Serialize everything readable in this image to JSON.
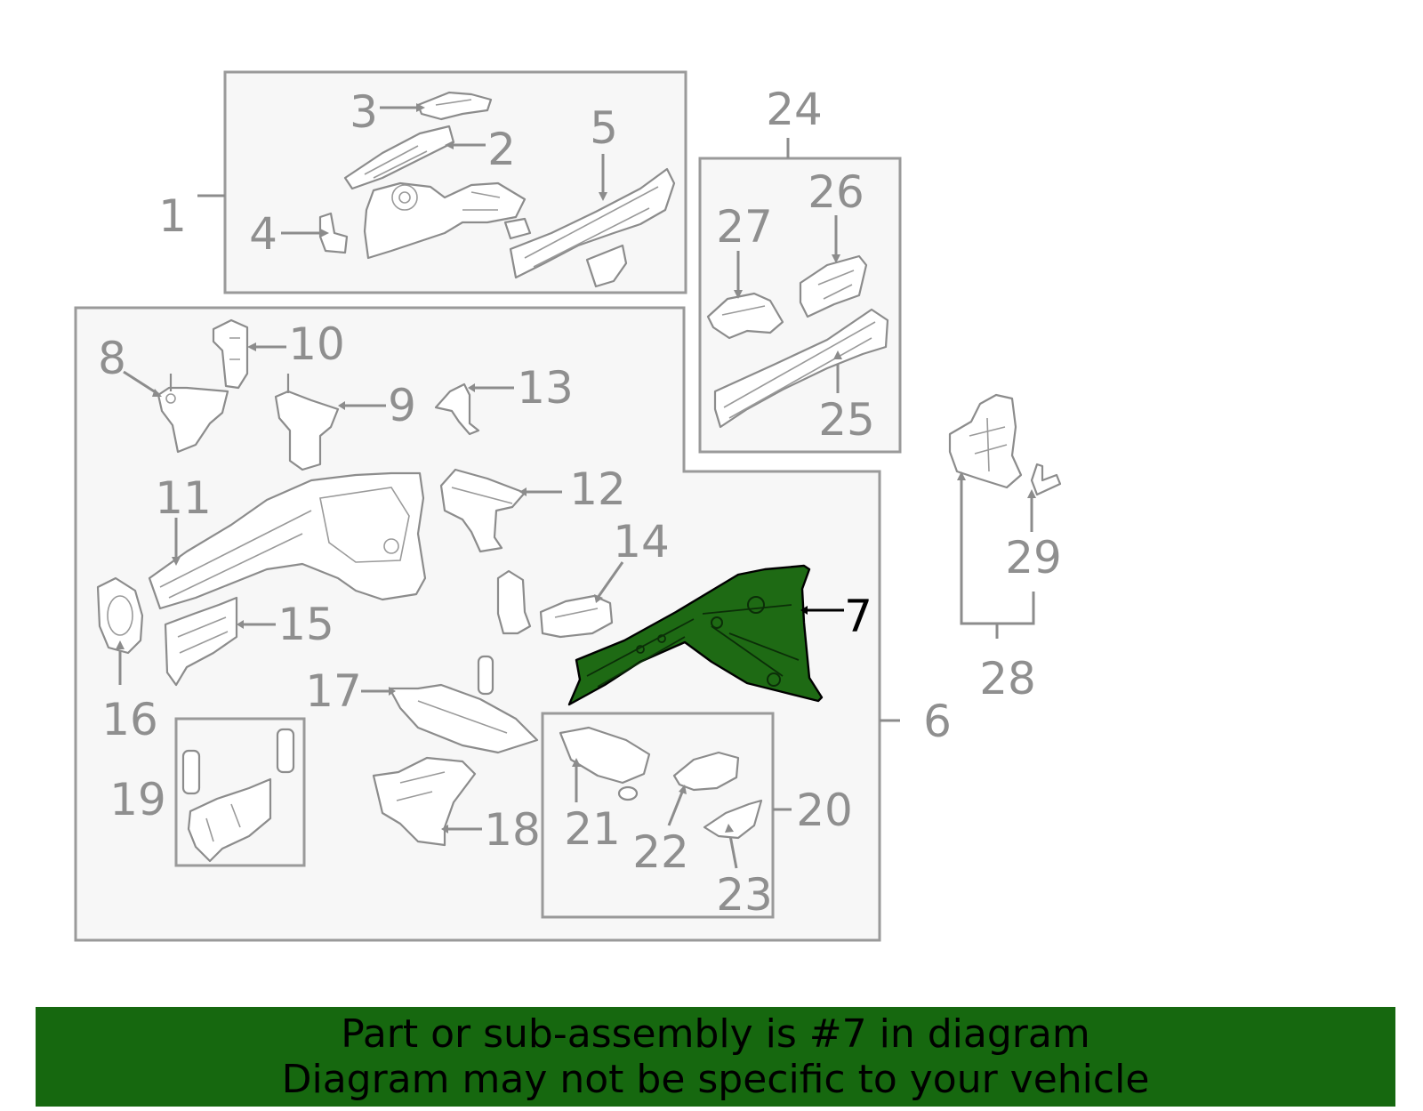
{
  "diagram": {
    "callouts": [
      "1",
      "2",
      "3",
      "4",
      "5",
      "6",
      "7",
      "8",
      "9",
      "10",
      "11",
      "12",
      "13",
      "14",
      "15",
      "16",
      "17",
      "18",
      "19",
      "20",
      "21",
      "22",
      "23",
      "24",
      "25",
      "26",
      "27",
      "28",
      "29"
    ],
    "highlighted_part": "7",
    "highlight_color": "#1e6a14",
    "banner_color": "#16680f"
  },
  "banner": {
    "line1": "Part or sub-assembly is #7 in diagram",
    "line2": "Diagram may not be specific to your vehicle"
  }
}
